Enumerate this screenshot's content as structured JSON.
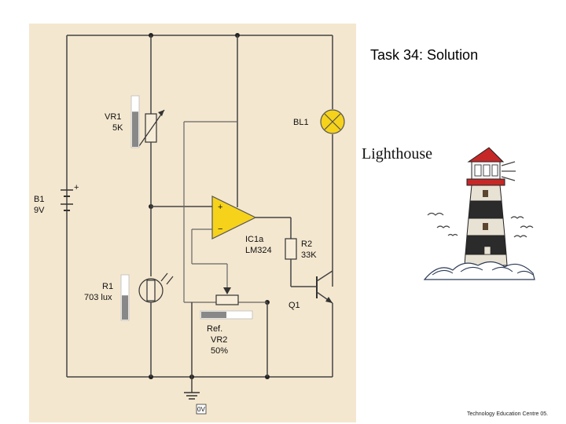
{
  "slide": {
    "title": "Task 34:  Solution",
    "image_caption": "Lighthouse",
    "footer": "Technology Education Centre 05."
  },
  "circuit": {
    "components": {
      "vr1": {
        "name": "VR1",
        "value": "5K"
      },
      "bl1": {
        "name": "BL1"
      },
      "b1": {
        "name": "B1",
        "value": "9V",
        "plus": "+"
      },
      "ic1a": {
        "name": "IC1a",
        "value": "LM324",
        "noninverting": "+",
        "inverting": "−"
      },
      "r2": {
        "name": "R2",
        "value": "33K"
      },
      "r1": {
        "name": "R1",
        "value": "703 lux"
      },
      "q1": {
        "name": "Q1"
      },
      "vr2": {
        "name": "VR2",
        "value": "50%",
        "prefix": "Ref."
      },
      "ground": {
        "label": "0V"
      }
    },
    "sliders": {
      "vr1_level": 0.7,
      "r1_level": 0.55,
      "vr2_level": 0.5
    },
    "colors": {
      "panel_bg": "#f4e7cf",
      "lamp": "#f6d21a",
      "opamp": "#f6d21a"
    }
  }
}
